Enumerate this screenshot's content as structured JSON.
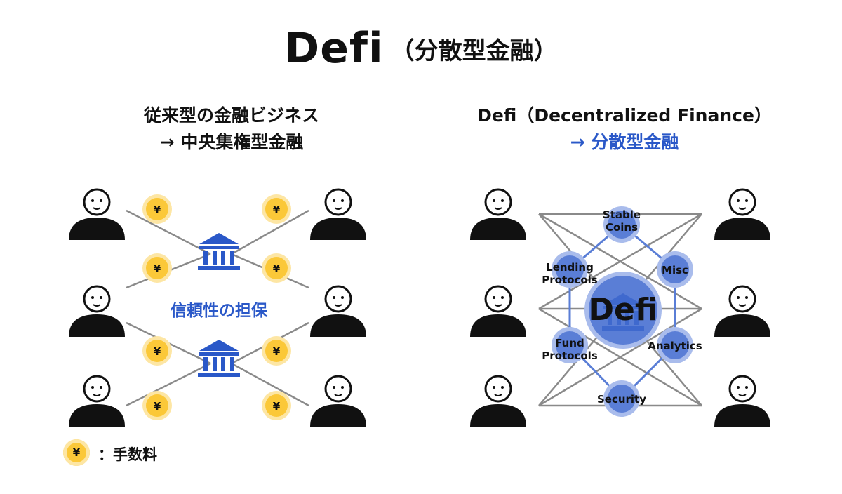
{
  "title": {
    "main": "Defi",
    "sub": "（分散型金融）"
  },
  "left": {
    "heading1": "従来型の金融ビジネス",
    "heading2": "→ 中央集権型金融",
    "trust_label": "信頼性の担保"
  },
  "right": {
    "heading1": "Defi（Decentralized Finance）",
    "heading2": "→ 分散型金融",
    "hub_label": "Defi",
    "nodes": {
      "stable": "Stable Coins",
      "lending": "Lending Protocols",
      "misc": "Misc",
      "fund": "Fund Protocols",
      "analytics": "Analytics",
      "security": "Security"
    }
  },
  "coin_symbol": "¥",
  "legend": {
    "label": "：手数料"
  },
  "colors": {
    "blue": "#2a58c8",
    "node": "#5a7ed6",
    "node_halo": "#a9bcec",
    "coin": "#fbc838",
    "line": "#8a8a8a"
  },
  "icons": [
    "person-icon",
    "bank-icon",
    "yen-coin-icon"
  ]
}
